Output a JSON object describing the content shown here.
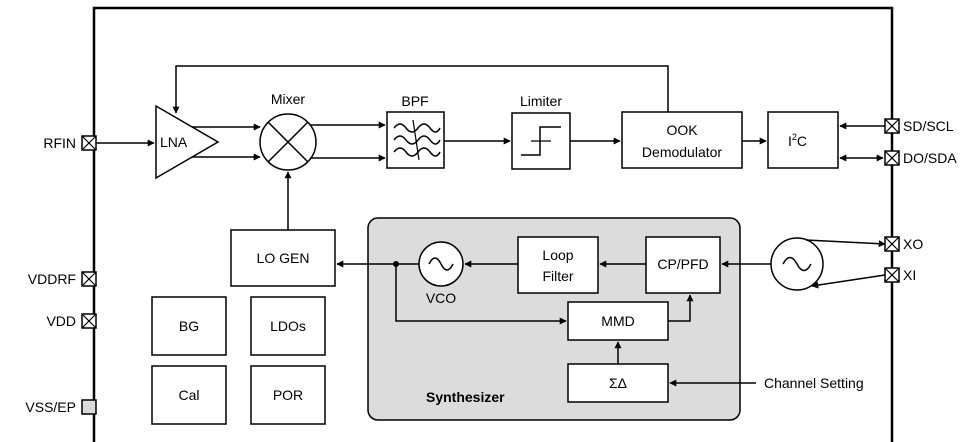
{
  "colors": {
    "stroke": "#000000",
    "synth_fill": "#dcdcdc",
    "vss_pin_fill": "#d9d9d9"
  },
  "pins": {
    "rfin": "RFIN",
    "vddrf": "VDDRF",
    "vdd": "VDD",
    "vss_ep": "VSS/EP",
    "sd_scl": "SD/SCL",
    "do_sda": "DO/SDA",
    "xo": "XO",
    "xi": "XI"
  },
  "blocks": {
    "lna": "LNA",
    "mixer": "Mixer",
    "bpf": "BPF",
    "limiter": "Limiter",
    "ook_line1": "OOK",
    "ook_line2": "Demodulator",
    "i2c_main": "I",
    "i2c_sup": "2",
    "i2c_tail": "C",
    "lo_gen": "LO GEN",
    "vco": "VCO",
    "loop_line1": "Loop",
    "loop_line2": "Filter",
    "cp_pfd": "CP/PFD",
    "mmd": "MMD",
    "sigma_delta": "ΣΔ",
    "bg": "BG",
    "ldos": "LDOs",
    "cal": "Cal",
    "por": "POR",
    "synthesizer": "Synthesizer"
  },
  "annotations": {
    "channel_setting": "Channel Setting"
  },
  "icons": [
    "pin-x-icon",
    "mixer-cross-icon",
    "bpf-filter-icon",
    "limiter-step-icon",
    "sine-oscillator-icon",
    "lna-triangle-icon"
  ]
}
